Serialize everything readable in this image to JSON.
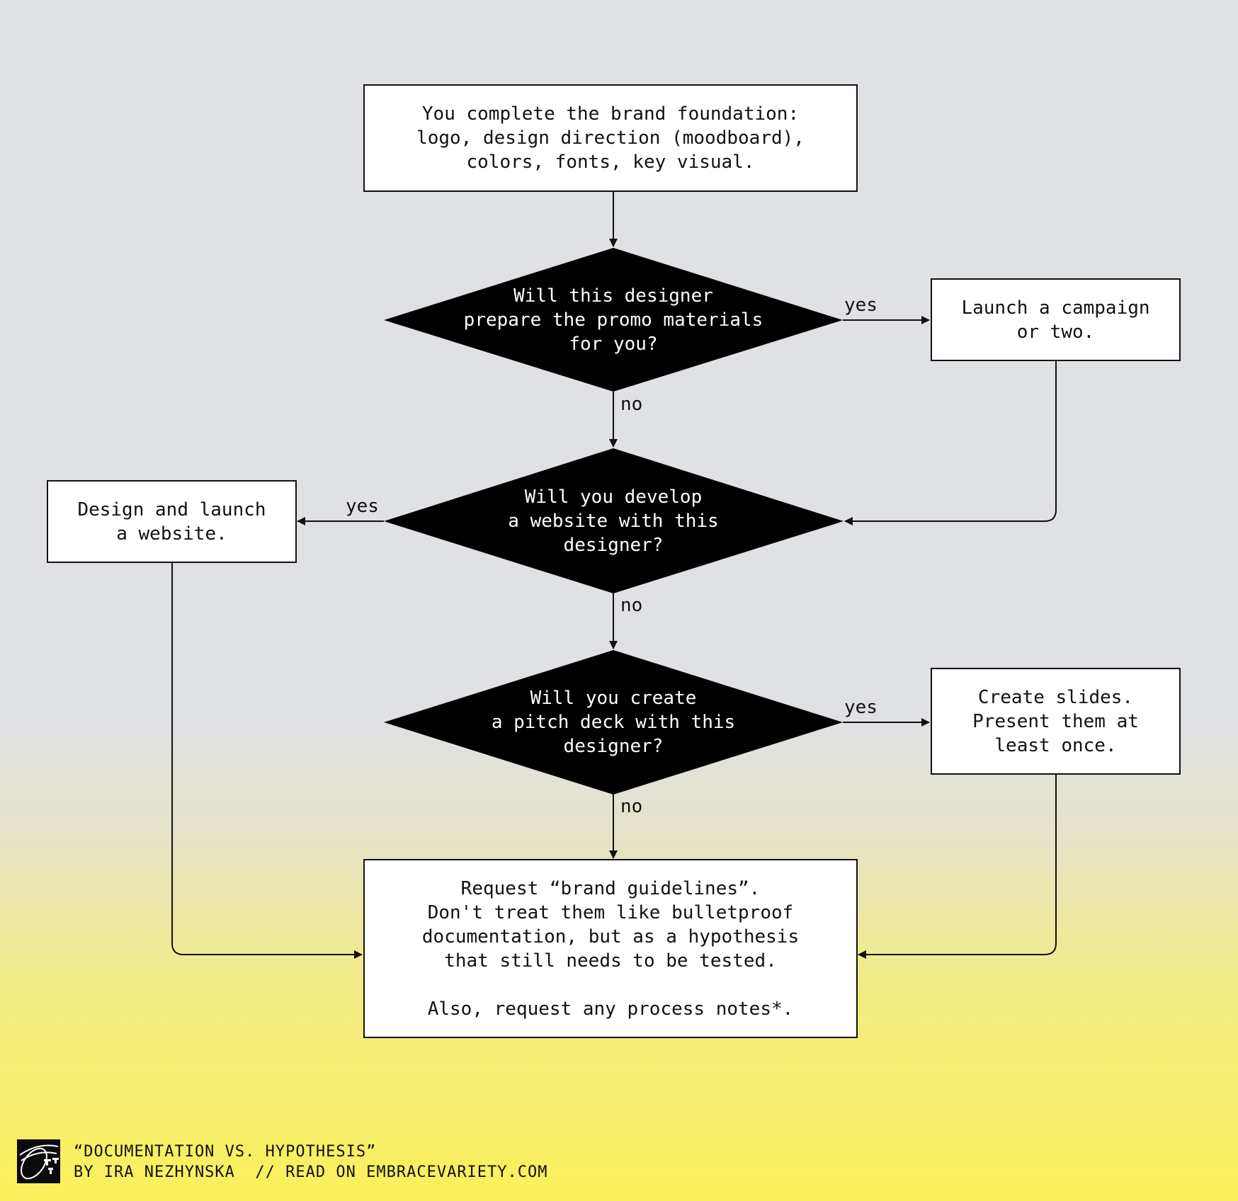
{
  "nodes": {
    "start": {
      "type": "process",
      "text": "You complete the brand foundation:\nlogo, design direction (moodboard),\ncolors, fonts, key visual."
    },
    "decision_promo": {
      "type": "decision",
      "text": "Will this designer\nprepare the promo materials\nfor you?"
    },
    "campaign": {
      "type": "process",
      "text": "Launch a campaign\nor two."
    },
    "decision_website": {
      "type": "decision",
      "text": "Will you develop\na website with this\ndesigner?"
    },
    "website": {
      "type": "process",
      "text": "Design and launch\na website."
    },
    "decision_pitch": {
      "type": "decision",
      "text": "Will you create\na pitch deck with this\ndesigner?"
    },
    "slides": {
      "type": "process",
      "text": "Create slides.\nPresent them at\nleast once."
    },
    "guidelines": {
      "type": "process",
      "text": "Request “brand guidelines”.\nDon't treat them like bulletproof\ndocumentation, but as a hypothesis\nthat still needs to be tested.\n\nAlso, request any process notes*."
    }
  },
  "edges": [
    {
      "from": "start",
      "to": "decision_promo",
      "label": ""
    },
    {
      "from": "decision_promo",
      "to": "campaign",
      "label": "yes"
    },
    {
      "from": "decision_promo",
      "to": "decision_website",
      "label": "no"
    },
    {
      "from": "campaign",
      "to": "decision_website",
      "label": ""
    },
    {
      "from": "decision_website",
      "to": "website",
      "label": "yes"
    },
    {
      "from": "decision_website",
      "to": "decision_pitch",
      "label": "no"
    },
    {
      "from": "decision_pitch",
      "to": "slides",
      "label": "yes"
    },
    {
      "from": "decision_pitch",
      "to": "guidelines",
      "label": "no"
    },
    {
      "from": "website",
      "to": "guidelines",
      "label": ""
    },
    {
      "from": "slides",
      "to": "guidelines",
      "label": ""
    }
  ],
  "labels": {
    "yes": "yes",
    "no": "no"
  },
  "footer": {
    "title": "“DOCUMENTATION VS. HYPOTHESIS”",
    "byline": "BY IRA NEZHYNSKA  // READ ON EMBRACEVARIETY.COM",
    "logo_icon": "embrace-variety-logo"
  }
}
